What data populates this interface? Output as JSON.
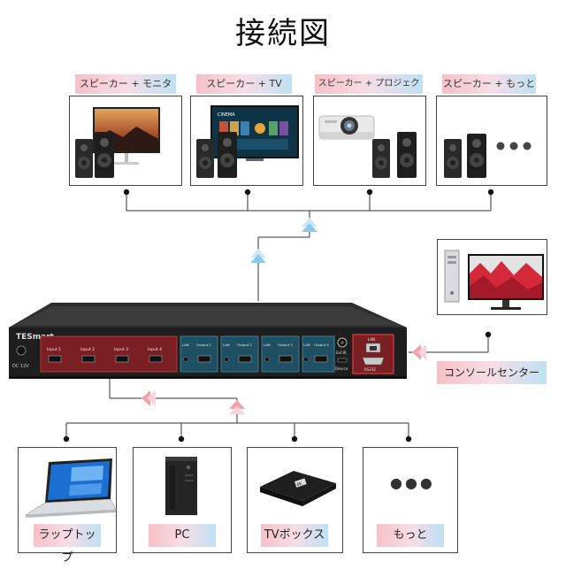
{
  "title": "接続図",
  "outputs": [
    {
      "label": "スピーカー + モニター"
    },
    {
      "label": "スピーカー + TV"
    },
    {
      "label": "スピーカー + プロジェクター"
    },
    {
      "label": "スピーカー + もっと"
    }
  ],
  "console": {
    "label": "コンソールセンター"
  },
  "inputs": [
    {
      "label": "ラップトップ"
    },
    {
      "label": "PC"
    },
    {
      "label": "TVボックス"
    },
    {
      "label": "もっと"
    }
  ],
  "device": {
    "brand": "TESmart",
    "input_ports": [
      "Input 1",
      "Input 2",
      "Input 3",
      "Input 4"
    ],
    "output_ports": [
      "Output 1",
      "Output 2",
      "Output 3",
      "Output 4"
    ],
    "lan_ports": [
      "LAN",
      "LAN",
      "LAN",
      "LAN"
    ],
    "audio_label": "Ext.IR",
    "device_label": "Device",
    "lan_label": "LAN",
    "rs232_label": "RS232",
    "power_label": "DC 12V"
  },
  "tv_screen": {
    "brand": "CINEMA"
  },
  "tvbox": {
    "badge": "4K"
  },
  "more_glyph": "●●●",
  "colors": {
    "pink_arrow": "#f5a0a8",
    "blue_arrow": "#8ec9ef",
    "device_red": "#7a1f23",
    "device_teal": "#1e4f63"
  }
}
